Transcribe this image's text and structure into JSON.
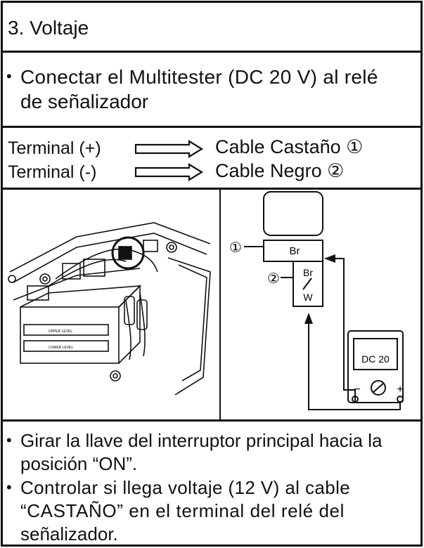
{
  "section": {
    "title": "3. Voltaje"
  },
  "instruction_top": {
    "line1": "Conectar el Multitester (DC 20 V) al relé",
    "line2": "de señalizador"
  },
  "connections": [
    {
      "terminal": "Terminal (+)",
      "cable": "Cable Castaño ①"
    },
    {
      "terminal": "Terminal (-)",
      "cable": "Cable Negro ②"
    }
  ],
  "diagram": {
    "callout1": "①",
    "callout2": "②",
    "connector_top_label": "Br",
    "connector_bottom_label_top": "Br",
    "connector_bottom_label_bottom": "W",
    "meter_display": "DC 20",
    "meter_minus": "−",
    "meter_plus": "+",
    "photo_label_upper": "UPPER LEVEL",
    "photo_label_lower": "LOWER LEVEL"
  },
  "steps": [
    {
      "line1": "Girar la llave del interruptor principal hacia la",
      "line2": "posición “ON”."
    },
    {
      "line1": "Controlar si llega voltaje (12 V) al cable",
      "line2": "“CASTAÑO” en el terminal del relé del",
      "line3": "señalizador."
    }
  ]
}
